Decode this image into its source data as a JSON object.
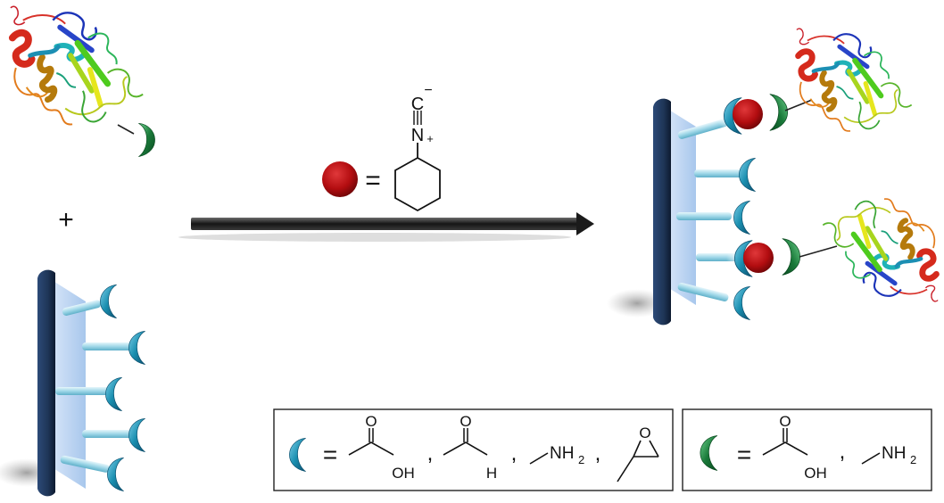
{
  "plus_sign": "+",
  "reagent": {
    "equals": "=",
    "isocyanide_carbon": "C",
    "isocyanide_carbon_charge": "−",
    "isocyanide_nitrogen": "N",
    "isocyanide_nitrogen_charge": "+"
  },
  "legend_blue": {
    "equals": "=",
    "separators": [
      ",",
      ",",
      ","
    ],
    "acid_oh": "OH",
    "acid_o": "O",
    "aldehyde_h": "H",
    "aldehyde_o": "O",
    "amine": "NH",
    "amine_sub": "2",
    "epoxide_o": "O"
  },
  "legend_green": {
    "equals": "=",
    "separator": ",",
    "acid_oh": "OH",
    "acid_o": "O",
    "amine": "NH",
    "amine_sub": "2"
  },
  "colors": {
    "bead_red": "#b30d10",
    "blue_crescent": "#1a8fb0",
    "green_crescent": "#1a7a3a",
    "support_dark": "#1e3556",
    "support_light": "#a9c8ee",
    "arrow": "#1b1b1b"
  }
}
